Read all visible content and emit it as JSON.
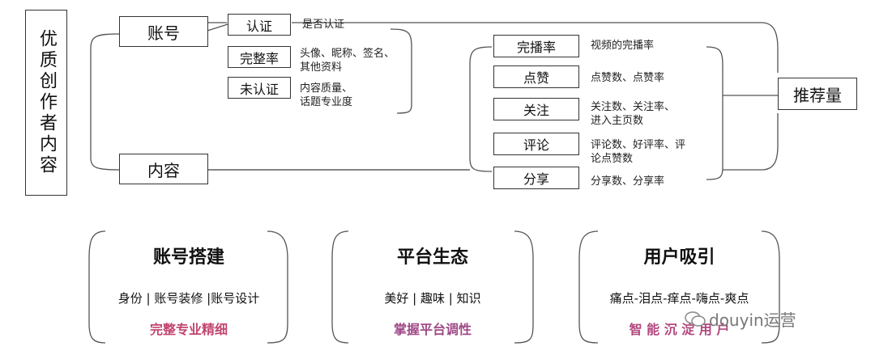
{
  "left_title": "优质创作者内容",
  "account": {
    "label": "账号"
  },
  "content": {
    "label": "内容"
  },
  "status": [
    {
      "label": "认证",
      "desc": "是否认证"
    },
    {
      "label": "完整率",
      "desc": "头像、昵称、签名、\n其他资料"
    },
    {
      "label": "未认证",
      "desc": "内容质量、\n话题专业度"
    }
  ],
  "metrics": [
    {
      "label": "完播率",
      "desc": "视频的完播率"
    },
    {
      "label": "点赞",
      "desc": "点赞数、点赞率"
    },
    {
      "label": "关注",
      "desc": "关注数、关注率、\n进入主页数"
    },
    {
      "label": "评论",
      "desc": "评论数、好评率、评\n论点赞数"
    },
    {
      "label": "分享",
      "desc": "分享数、分享率"
    }
  ],
  "result": {
    "label": "推荐量"
  },
  "cards": [
    {
      "title": "账号搭建",
      "sub": "身份 | 账号装修 |账号设计",
      "tag": "完整专业精细",
      "tag_color_from": "#d8436a",
      "tag_color_to": "#8a4fd0"
    },
    {
      "title": "平台生态",
      "sub": "美好 | 趣味 | 知识",
      "tag": "掌握平台调性",
      "tag_color_from": "#c73f7a",
      "tag_color_to": "#5b5bd0"
    },
    {
      "title": "用户吸引",
      "sub": "痛点-泪点-痒点-嗨点-爽点",
      "tag": "智 能 沉 淀 用 户",
      "tag_color_from": "#d8436a",
      "tag_color_to": "#6a55cc"
    }
  ],
  "watermark": {
    "text": "douyin运营",
    "icon": "wechat-icon"
  }
}
